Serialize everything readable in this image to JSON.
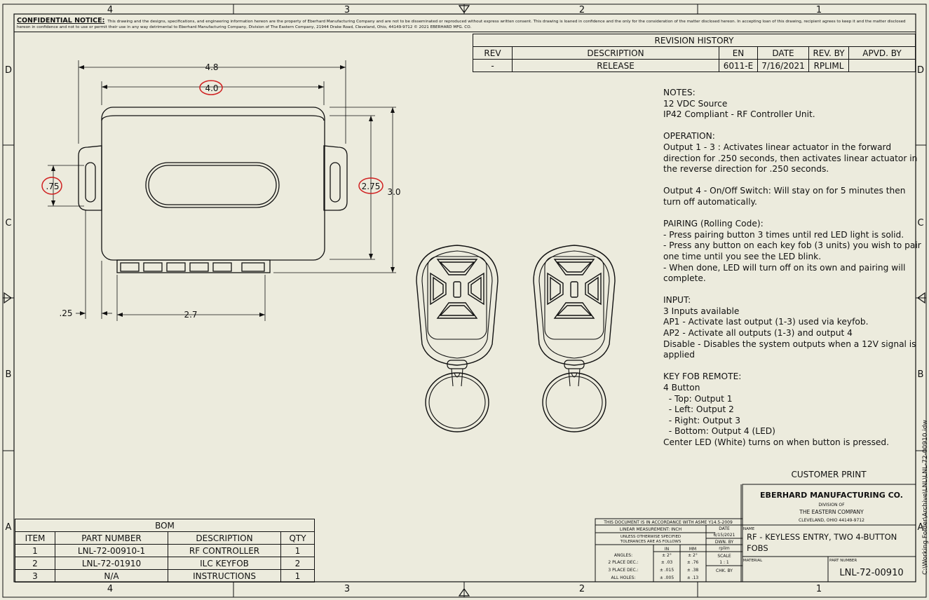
{
  "confidential": {
    "label": "CONFIDENTIAL NOTICE:",
    "text": "This drawing and the designs, specifications, and engineering information hereon are the property of Eberhard Manufacturing Company and are not to be disseminated or reproduced without express written consent. This drawing is loaned in confidence and the only for the consideration of the matter disclosed hereon. In accepting loan of this drawing, recipient agrees to keep it and the matter disclosed hereon in confidence and not to use or permit their use in any way detrimental to Eberhard Manufacturing Company, Division of The Eastern Company, 21944 Drake Road, Cleveland, Ohio, 44149-9712 © 2021 EBERHARD MFG. CO."
  },
  "zones": {
    "columns": [
      "4",
      "3",
      "2",
      "1"
    ],
    "rows": [
      "D",
      "C",
      "B",
      "A"
    ]
  },
  "revision_history": {
    "title": "REVISION HISTORY",
    "headers": [
      "REV",
      "DESCRIPTION",
      "EN",
      "DATE",
      "REV. BY",
      "APVD. BY"
    ],
    "rows": [
      [
        "-",
        "RELEASE",
        "6011-E",
        "7/16/2021",
        "RPLIML",
        ""
      ]
    ]
  },
  "dimensions": {
    "overall_width": "4.8",
    "body_width": "4.0",
    "slot_height": ".75",
    "body_height": "2.75",
    "overall_height": "3.0",
    "tab_width": ".25",
    "connector_width": "2.7"
  },
  "notes": [
    "NOTES:",
    "12 VDC Source",
    "IP42 Compliant - RF Controller Unit.",
    "",
    "OPERATION:",
    "Output 1 - 3 : Activates linear actuator in the forward",
    "direction for .250 seconds, then activates linear actuator in",
    "the reverse direction for .250 seconds.",
    "",
    "Output 4 - On/Off Switch: Will stay on for 5 minutes then",
    "turn off automatically.",
    "",
    "PAIRING (Rolling Code):",
    "- Press pairing button 3 times until red LED light is solid.",
    "- Press any button on each key fob (3 units) you wish to pair",
    "one time until you see the LED blink.",
    "- When done, LED will turn off on its own and pairing will",
    "complete.",
    "",
    "INPUT:",
    "3 Inputs available",
    "AP1 - Activate last output (1-3) used via keyfob.",
    "AP2 - Activate all outputs (1-3) and output 4",
    "Disable - Disables the system outputs when a 12V signal is",
    "applied",
    "",
    "KEY FOB REMOTE:",
    "4 Button",
    "  - Top: Output 1",
    "  - Left: Output 2",
    "  - Right: Output 3",
    "  - Bottom: Output 4 (LED)",
    "Center LED (White) turns on when button is pressed."
  ],
  "bom": {
    "title": "BOM",
    "headers": [
      "ITEM",
      "PART NUMBER",
      "DESCRIPTION",
      "QTY"
    ],
    "rows": [
      [
        "1",
        "LNL-72-00910-1",
        "RF CONTROLLER",
        "1"
      ],
      [
        "2",
        "LNL-72-01910",
        "ILC KEYFOB",
        "2"
      ],
      [
        "3",
        "N/A",
        "INSTRUCTIONS",
        "1"
      ]
    ]
  },
  "title_block": {
    "customer_print": "CUSTOMER PRINT",
    "company": "EBERHARD MANUFACTURING CO.",
    "division": "DIVISION OF",
    "parent": "THE EASTERN COMPANY",
    "address": "CLEVELAND, OHIO 44149-9712",
    "name_label": "NAME",
    "name_line1": "RF - KEYLESS ENTRY, TWO 4-BUTTON",
    "name_line2": "FOBS",
    "material_label": "MATERIAL",
    "part_number_label": "PART NUMBER",
    "part_number": "LNL-72-00910",
    "asme": "THIS DOCUMENT IS IN ACCORDANCE WITH ASME Y14.5-2009",
    "unit": "LINEAR MEASUREMENT: INCH",
    "unless": "UNLESS OTHERWISE SPECIFIED",
    "tolerances": "TOLERANCES ARE AS FOLLOWS",
    "col_in": "IN",
    "col_mm": "MM",
    "tol_rows": [
      [
        "ANGLES:",
        "± 2°",
        "± 2°"
      ],
      [
        "2 PLACE DEC.:",
        "± .03",
        "± .76"
      ],
      [
        "3 PLACE DEC.:",
        "± .015",
        "± .38"
      ],
      [
        "ALL HOLES:",
        "± .005",
        "± .13"
      ]
    ],
    "date_label": "DATE",
    "date": "6/15/2021",
    "drawn_by_label": "DWN. BY",
    "drawn_by": "rplim",
    "scale_label": "SCALE",
    "scale": "1 : 1",
    "chk_label": "CHK. BY",
    "file_path": "C:\\Working Folder\\Archive\\LNL\\LNL-72-00910.idw"
  }
}
